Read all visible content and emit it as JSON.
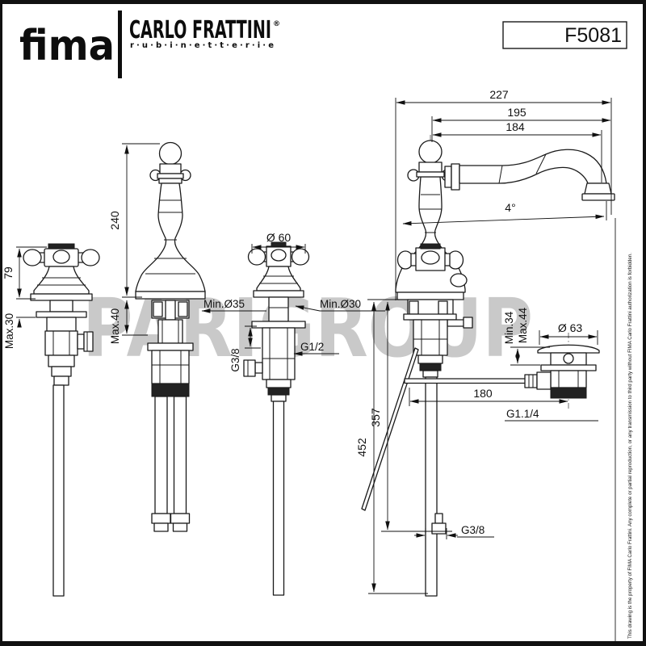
{
  "header": {
    "brand": "fima",
    "brand_sub": "CARLO FRATTINI",
    "brand_reg": "®",
    "brand_tagline": "r·u·b·i·n·e·t·t·e·r·i·e",
    "product_code": "F5081"
  },
  "watermark": "PARIGROUP",
  "side_note": "This drawing is the property of FIMA Carlo Frattini. Any complete or partial reproduction, or any transmission to third party without FIMA Carlo Frattini authorization is forbidden.",
  "colors": {
    "line": "#1a1a1a",
    "dim": "#111111",
    "watermark": "#c9c9c9",
    "background": "#ffffff"
  },
  "views": {
    "handle_side": {
      "height": "79",
      "max_deck": "Max.30"
    },
    "spout_front": {
      "height": "240",
      "max_deck": "Max.40",
      "hole": "Min.Ø35"
    },
    "handle_front": {
      "diameter": "Ø 60",
      "hole": "Min.Ø30",
      "outlet": "G1/2",
      "side_thread": "G3/8"
    },
    "spout_side": {
      "reach_total": "227",
      "reach_mid": "195",
      "reach_tip": "184",
      "angle": "4°",
      "rod_len_1": "357",
      "rod_len_2": "452",
      "drain_offset": "180",
      "inlet": "G3/8"
    },
    "drain": {
      "min": "Min.34",
      "max": "Max.44",
      "diameter": "Ø 63",
      "thread": "G1.1/4"
    }
  }
}
